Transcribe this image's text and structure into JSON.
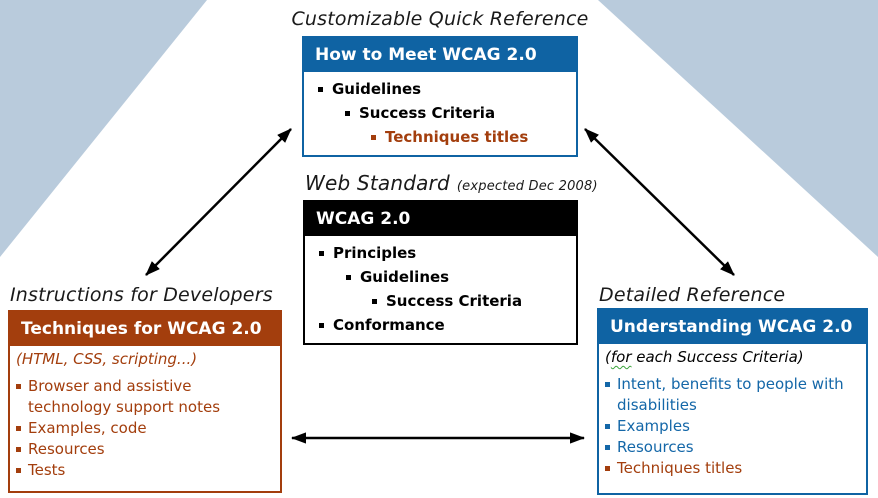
{
  "colors": {
    "background_blue": "#b9cbdc",
    "accent_blue": "#0f63a3",
    "text_blue": "#1467a8",
    "accent_brown": "#a33e0d",
    "header_black": "#000000",
    "title_text": "#1a1a1a",
    "squiggle_green": "#3aa33a",
    "arrow_black": "#000000"
  },
  "diagram": {
    "quick_reference": {
      "label": "Customizable Quick Reference",
      "header": "How to Meet WCAG 2.0",
      "items": [
        {
          "text": "Guidelines"
        },
        {
          "text": "Success Criteria"
        },
        {
          "text": "Techniques titles"
        }
      ]
    },
    "web_standard": {
      "label": "Web Standard",
      "label_note": "(expected Dec 2008)",
      "header": "WCAG 2.0",
      "items": [
        {
          "text": "Principles"
        },
        {
          "text": "Guidelines"
        },
        {
          "text": "Success Criteria"
        },
        {
          "text": "Conformance"
        }
      ]
    },
    "techniques": {
      "label": "Instructions for Developers",
      "header": "Techniques for WCAG 2.0",
      "subtitle": "(HTML, CSS, scripting...)",
      "items": [
        {
          "text": "Browser and assistive technology support notes"
        },
        {
          "text": "Examples, code"
        },
        {
          "text": "Resources"
        },
        {
          "text": "Tests"
        }
      ]
    },
    "understanding": {
      "label": "Detailed Reference",
      "header": "Understanding WCAG 2.0",
      "subtitle_prefix": "(",
      "subtitle_marked": "for",
      "subtitle_suffix": " each Success Criteria)",
      "items": [
        {
          "text": "Intent, benefits to people with disabilities"
        },
        {
          "text": "Examples"
        },
        {
          "text": "Resources"
        },
        {
          "text": "Techniques titles"
        }
      ]
    }
  }
}
